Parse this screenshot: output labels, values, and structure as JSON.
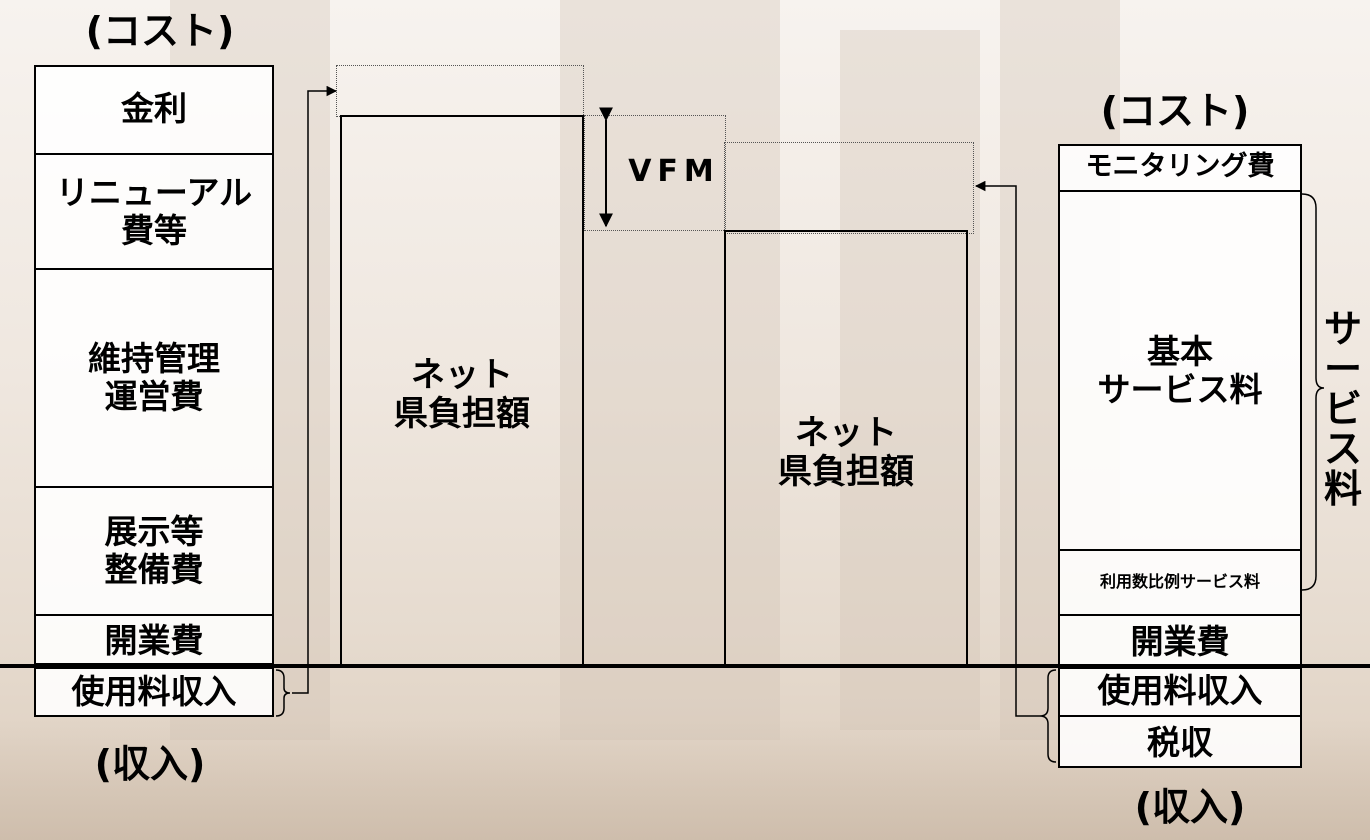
{
  "left_column": {
    "cost_heading": "(コスト)",
    "income_heading": "(収入)",
    "items": [
      {
        "label": "金利"
      },
      {
        "label": "リニューアル\n費等"
      },
      {
        "label": "維持管理\n運営費"
      },
      {
        "label": "展示等\n整備費"
      },
      {
        "label": "開業費"
      },
      {
        "label": "使用料収入"
      }
    ]
  },
  "middle": {
    "net_burden_label_1": "ネット\n県負担額",
    "net_burden_label_2": "ネット\n県負担額",
    "vfm_label": "VFM"
  },
  "right_column": {
    "cost_heading": "(コスト)",
    "income_heading": "(収入)",
    "items": [
      {
        "label": "モニタリング費"
      },
      {
        "label": "基本\nサービス料"
      },
      {
        "label": "利用数比例サービス料"
      },
      {
        "label": "開業費"
      },
      {
        "label": "使用料収入"
      },
      {
        "label": "税収"
      }
    ],
    "service_fee_bracket_label": "サ\nー\nビ\nス\n料"
  }
}
